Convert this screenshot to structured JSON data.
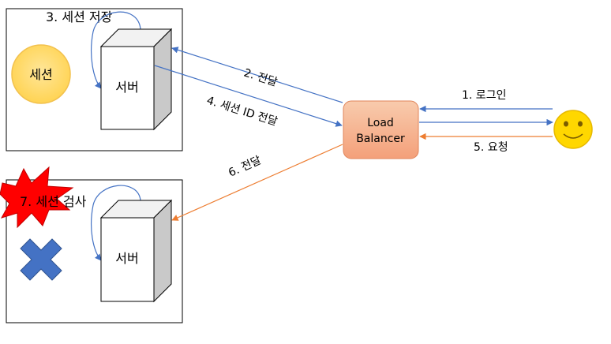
{
  "diagram": {
    "top_group": {
      "save_label": "3. 세션 저장",
      "session_label": "세션",
      "server_label": "서버"
    },
    "bottom_group": {
      "check_label": "7. 세션 검사",
      "server_label": "서버"
    },
    "load_balancer": {
      "line1": "Load",
      "line2": "Balancer"
    },
    "arrows": {
      "step1": "1. 로그인",
      "step2": "2. 전달",
      "step4": "4. 세션 ID 전달",
      "step5": "5. 요청",
      "step6": "6. 전달"
    },
    "colors": {
      "blue_arrow": "#4472C4",
      "orange_arrow": "#ED7D31",
      "session_fill": "#FFD966",
      "load_balancer_fill": "#F4B183",
      "smiley_fill": "#FFD700",
      "burst_fill": "#FF0000",
      "cross_fill": "#4472C4"
    }
  }
}
